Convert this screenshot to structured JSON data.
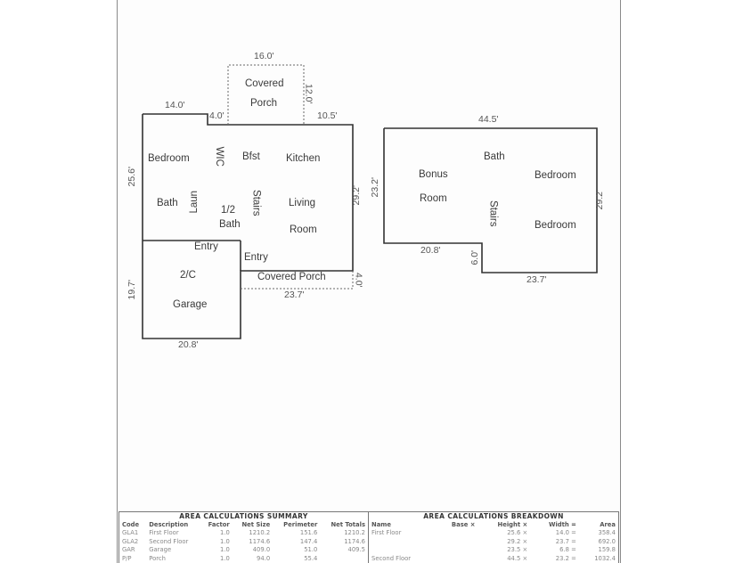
{
  "floor_plan": {
    "first_floor": {
      "rooms": [
        "Bedroom",
        "WIC",
        "Bfst",
        "Kitchen",
        "Bath",
        "Laun",
        "1/2",
        "Bath",
        "Stairs",
        "Living",
        "Room",
        "Entry",
        "Entry",
        "2/C",
        "Garage",
        "Covered",
        "Porch",
        "Covered Porch"
      ],
      "labels": {
        "bedroom": "Bedroom",
        "wic": "WIC",
        "bfst": "Bfst",
        "kitchen": "Kitchen",
        "bath": "Bath",
        "laun": "Laun",
        "half": "1/2",
        "half_bath": "Bath",
        "stairs": "Stairs",
        "living": "Living",
        "living_room": "Room",
        "entry_garage": "Entry",
        "entry_main": "Entry",
        "garage_2c": "2/C",
        "garage": "Garage",
        "covered_top1": "Covered",
        "covered_top2": "Porch",
        "covered_porch": "Covered Porch"
      },
      "dimensions": {
        "porch_width": "16.0'",
        "porch_depth": "12.0'",
        "bedroom_width": "14.0'",
        "wic_step": "4.0'",
        "kitchen_top": "10.5'",
        "left_height": "25.6'",
        "right_height": "29.2'",
        "garage_height": "19.7'",
        "garage_width": "20.8'",
        "front_porch_width": "23.7'",
        "front_porch_depth": "4.0'"
      }
    },
    "second_floor": {
      "labels": {
        "bath": "Bath",
        "bonus": "Bonus",
        "bonus_room": "Room",
        "bedroom1": "Bedroom",
        "bedroom2": "Bedroom",
        "stairs": "Stairs"
      },
      "dimensions": {
        "top": "44.5'",
        "left": "23.2'",
        "right": "29.2'",
        "bottom_left": "20.8'",
        "notch": "6.0'",
        "bottom_right": "23.7'"
      }
    }
  },
  "summary": {
    "title": "AREA CALCULATIONS SUMMARY",
    "headers": [
      "Code",
      "Description",
      "Factor",
      "Net Size",
      "Perimeter",
      "Net Totals"
    ],
    "rows": [
      [
        "GLA1",
        "First Floor",
        "1.0",
        "1210.2",
        "151.6",
        "1210.2"
      ],
      [
        "GLA2",
        "Second Floor",
        "1.0",
        "1174.6",
        "147.4",
        "1174.6"
      ],
      [
        "GAR",
        "Garage",
        "1.0",
        "409.0",
        "51.0",
        "409.5"
      ],
      [
        "P/P",
        "Porch",
        "1.0",
        "94.0",
        "55.4",
        ""
      ]
    ]
  },
  "breakdown": {
    "title": "AREA CALCULATIONS BREAKDOWN",
    "headers": [
      "Name",
      "Base ×",
      "Height ×",
      "Width =",
      "Area"
    ],
    "rows": [
      [
        "First Floor",
        "",
        "25.6 ×",
        "14.0 =",
        "358.4"
      ],
      [
        "",
        "",
        "29.2 ×",
        "23.7 =",
        "692.0"
      ],
      [
        "",
        "",
        "23.5 ×",
        "6.8 =",
        "159.8"
      ],
      [
        "Second Floor",
        "",
        "44.5 ×",
        "23.2 =",
        "1032.4"
      ]
    ]
  }
}
